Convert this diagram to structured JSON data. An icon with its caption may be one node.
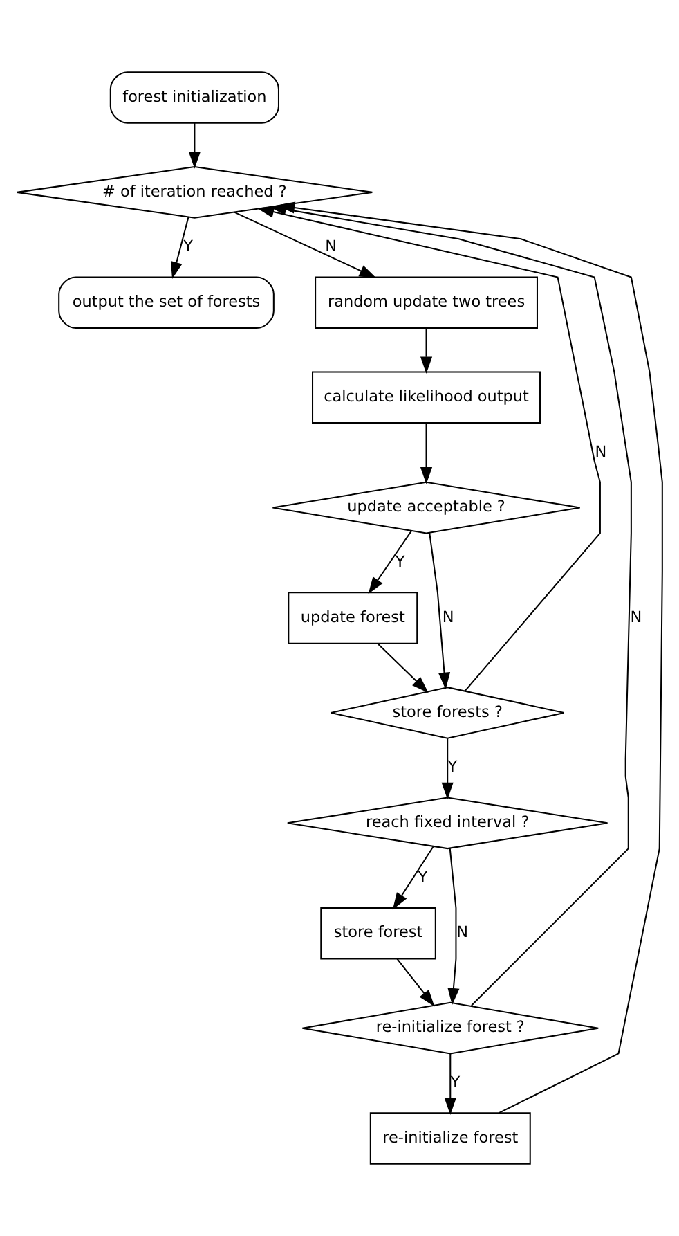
{
  "diagram": {
    "nodes": [
      {
        "text": [
          "forest initialization"
        ]
      },
      {
        "text": [
          "# of iteration reached ?"
        ]
      },
      {
        "text": [
          "output the set of forests"
        ]
      },
      {
        "text": [
          "random update two trees"
        ]
      },
      {
        "text": [
          "calculate likelihood output"
        ]
      },
      {
        "text": [
          "update acceptable ?"
        ]
      },
      {
        "text": [
          "update forest"
        ]
      },
      {
        "text": [
          "store forests ?"
        ]
      },
      {
        "text": [
          "reach fixed interval ?"
        ]
      },
      {
        "text": [
          "store forest"
        ]
      },
      {
        "text": [
          "re-initialize forest ?"
        ]
      },
      {
        "text": [
          "re-initialize forest"
        ]
      }
    ],
    "edges": [
      {
        "from": 0,
        "to": 1,
        "arrow": "to"
      },
      {
        "from": 1,
        "to": 2,
        "arrow": "to",
        "label": "Y"
      },
      {
        "from": 1,
        "to": 3,
        "arrow": "to",
        "label": "N"
      },
      {
        "from": 3,
        "to": 4,
        "arrow": "to"
      },
      {
        "from": 4,
        "to": 5,
        "arrow": "to"
      },
      {
        "from": 5,
        "to": 6,
        "arrow": "to",
        "label": "Y"
      },
      {
        "from": 5,
        "to": 7,
        "arrow": "to",
        "label": "N"
      },
      {
        "from": 6,
        "to": 7,
        "arrow": "to"
      },
      {
        "from": 7,
        "to": 8,
        "arrow": "to",
        "label": "Y"
      },
      {
        "from": 7,
        "to": 1,
        "arrow": "to",
        "label": "N"
      },
      {
        "from": 8,
        "to": 9,
        "arrow": "to",
        "label": "Y"
      },
      {
        "from": 8,
        "to": 10,
        "arrow": "to",
        "label": "N"
      },
      {
        "from": 9,
        "to": 10,
        "arrow": "to"
      },
      {
        "from": 10,
        "to": 11,
        "arrow": "to",
        "label": "Y"
      },
      {
        "from": 10,
        "to": 1,
        "arrow": "to",
        "label": "N"
      },
      {
        "from": 11,
        "to": 1,
        "arrow": "to"
      }
    ]
  }
}
